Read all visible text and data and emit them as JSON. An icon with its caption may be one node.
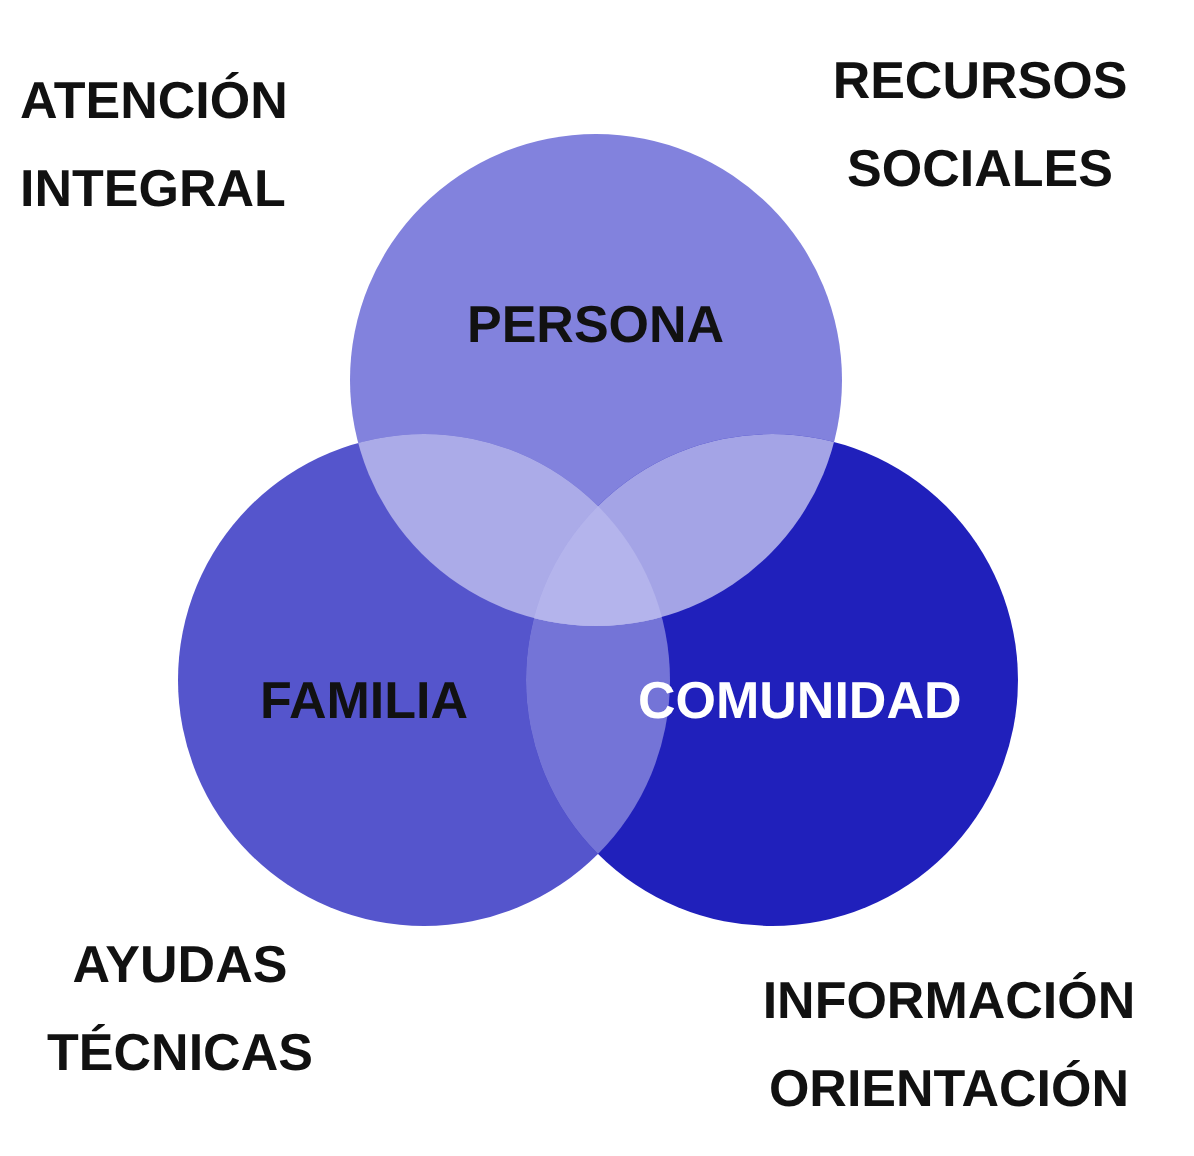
{
  "diagram": {
    "nodes": [
      {
        "text": [
          "PERSONA"
        ]
      },
      {
        "text": [
          "FAMILIA"
        ]
      },
      {
        "text": [
          "COMUNIDAD"
        ]
      }
    ],
    "labels": [
      "ATENCIÓN INTEGRAL",
      "RECURSOS SOCIALES",
      "AYUDAS TÉCNICAS",
      "INFORMACIÓN ORIENTACIÓN"
    ]
  }
}
